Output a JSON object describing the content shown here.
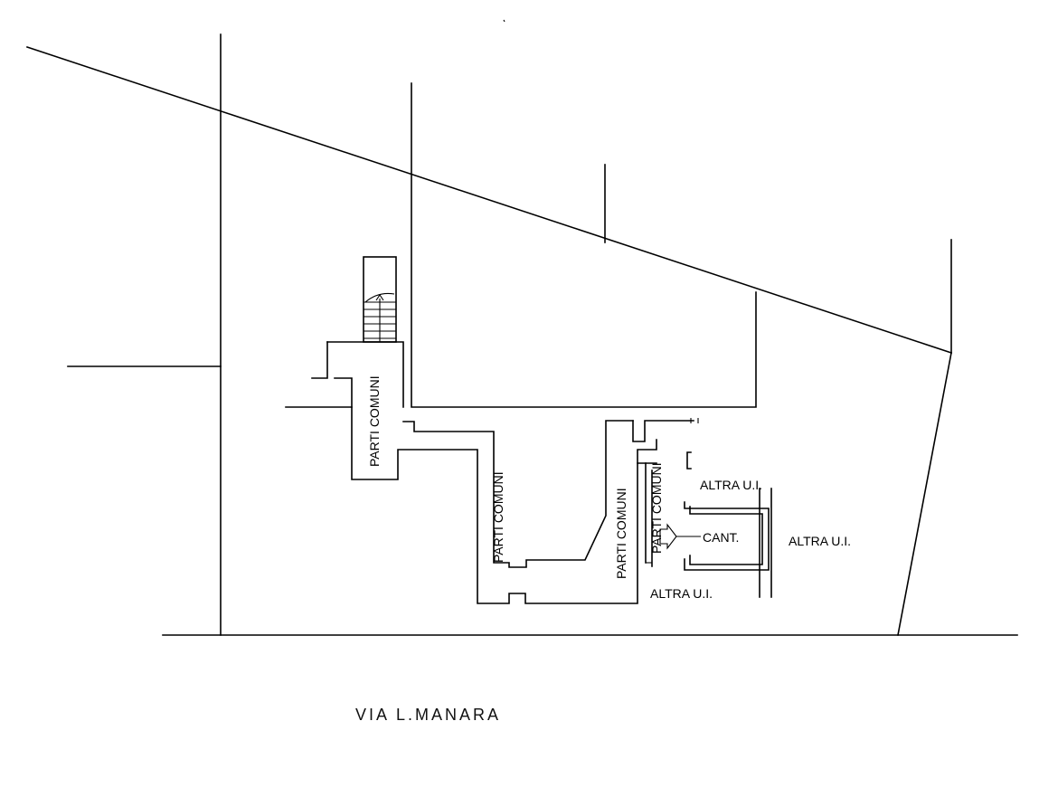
{
  "plan": {
    "labels": {
      "common_left": "PARTI COMUNI",
      "common_mid": "PARTI COMUNI",
      "common_right_a": "PARTI COMUNI",
      "common_right_b": "PARTI COMUNI",
      "altra_top": "ALTRA U.I.",
      "altra_right": "ALTRA U.I.",
      "altra_bottom": "ALTRA U.I.",
      "cantina": "CANT."
    },
    "street_name": "VIA L.MANARA"
  }
}
